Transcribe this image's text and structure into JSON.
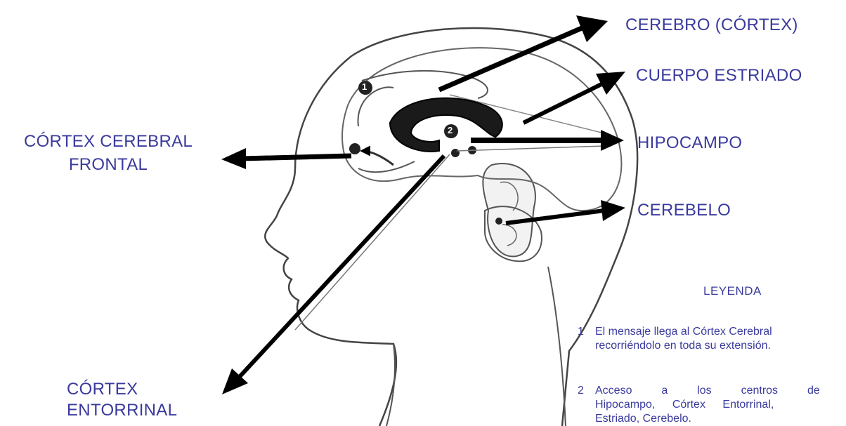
{
  "labels": {
    "cerebro": "CEREBRO (CÓRTEX)",
    "cuerpo_estriado": "CUERPO ESTRIADO",
    "hipocampo": "HIPOCAMPO",
    "cerebelo": "CEREBELO",
    "cortex_frontal_line1": "CÓRTEX CEREBRAL",
    "cortex_frontal_line2": "FRONTAL",
    "cortex_entorrinal_line1": "CÓRTEX",
    "cortex_entorrinal_line2": "ENTORRINAL"
  },
  "markers": {
    "one": "1",
    "two": "2"
  },
  "legend": {
    "title": "LEYENDA",
    "items": [
      {
        "num": "1",
        "line1": "El mensaje llega al Córtex Cerebral",
        "line2": "recorriéndolo en toda su extensión."
      },
      {
        "num": "2",
        "line1": "Acceso a los centros de m",
        "line2": "Hipocampo, Córtex Entorrinal,",
        "line3": "Estriado, Cerebelo."
      }
    ]
  },
  "colors": {
    "label_text": "#3a3a9e",
    "arrow": "#000000",
    "drawing": "#333333"
  }
}
